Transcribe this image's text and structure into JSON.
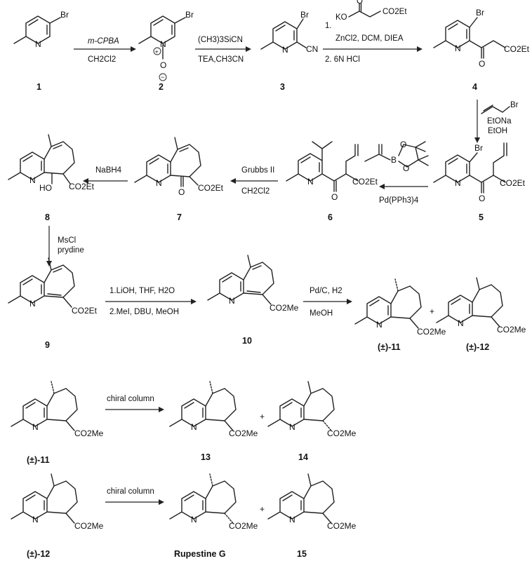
{
  "compounds": [
    {
      "id": "c1",
      "label": "1"
    },
    {
      "id": "c2",
      "label": "2"
    },
    {
      "id": "c3",
      "label": "3"
    },
    {
      "id": "c4",
      "label": "4"
    },
    {
      "id": "c5",
      "label": "5"
    },
    {
      "id": "c6",
      "label": "6"
    },
    {
      "id": "c7",
      "label": "7"
    },
    {
      "id": "c8",
      "label": "8"
    },
    {
      "id": "c9",
      "label": "9"
    },
    {
      "id": "c10",
      "label": "10"
    },
    {
      "id": "c11",
      "label": "(±)-11"
    },
    {
      "id": "c12",
      "label": "(±)-12"
    },
    {
      "id": "c11b",
      "label": "(±)-11"
    },
    {
      "id": "c13",
      "label": "13"
    },
    {
      "id": "c14",
      "label": "14"
    },
    {
      "id": "c12b",
      "label": "(±)-12"
    },
    {
      "id": "rupG",
      "label": "Rupestine G"
    },
    {
      "id": "c15",
      "label": "15"
    }
  ],
  "reagents": {
    "r1_top": "m-CPBA",
    "r1_bot": "CH2Cl2",
    "r2_top": "(CH3)3SiCN",
    "r2_bot": "TEA,CH3CN",
    "r3_a": "KO",
    "r3_b": "CO2Et",
    "r3_c": "1.",
    "r3_d": "ZnCl2, DCM, DIEA",
    "r3_e": "2. 6N HCl",
    "r4_a": "Br",
    "r4_b": "EtONa",
    "r4_c": "EtOH",
    "r5_b": "Pd(PPh3)4",
    "r6_top": "Grubbs II",
    "r6_bot": "CH2Cl2",
    "r7_top": "NaBH4",
    "r8_a": "MsCl",
    "r8_b": "prydine",
    "r9_top": "1.LiOH, THF, H2O",
    "r9_bot": "2.MeI, DBU, MeOH",
    "r10_top": "Pd/C, H2",
    "r10_bot": "MeOH",
    "r11_top": "chiral column",
    "r12_top": "chiral column",
    "plus": "+"
  },
  "atoms": {
    "Br": "Br",
    "N": "N",
    "O": "O",
    "CN": "CN",
    "HO": "HO",
    "CO2Et": "CO2Et",
    "CO2Me": "CO2Me",
    "B": "B",
    "Nplus": "+",
    "Ominus": "−"
  }
}
